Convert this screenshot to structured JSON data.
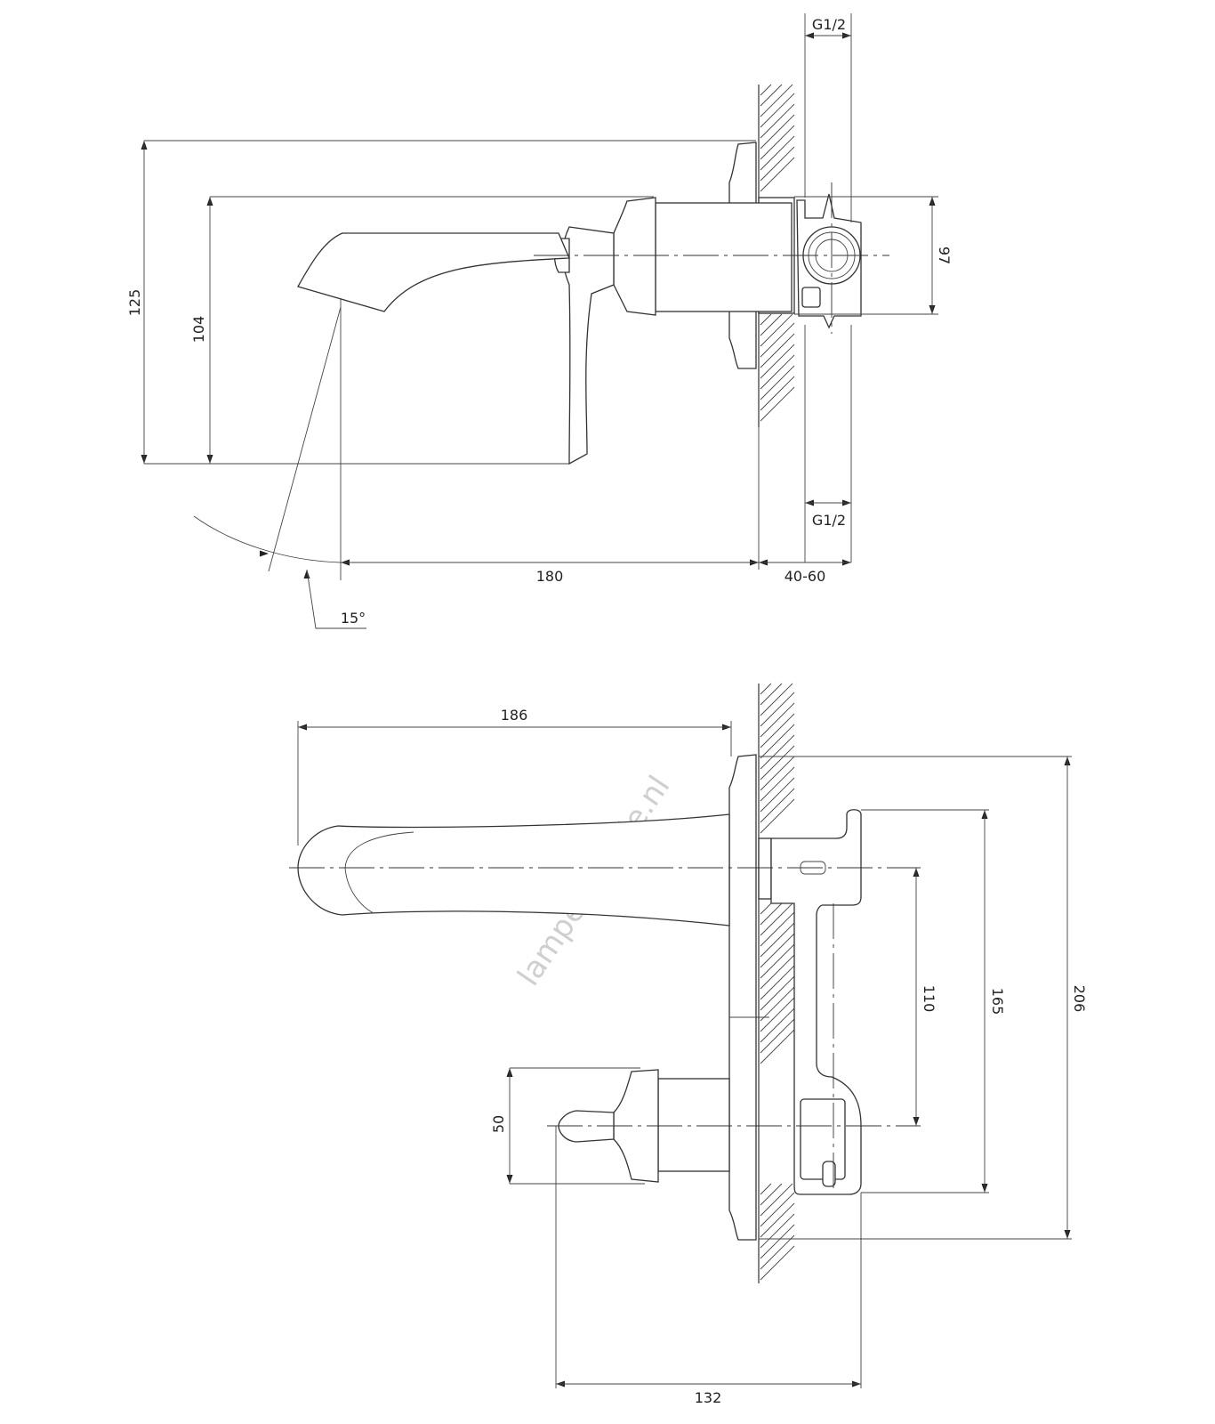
{
  "watermark": "lampenmanie.nl",
  "side_view": {
    "dims": {
      "g_top": "G1/2",
      "g_bottom": "G1/2",
      "height_total": "125",
      "height_spout": "104",
      "body_height": "97",
      "projection": "180",
      "wall_depth": "40-60",
      "angle": "15°"
    }
  },
  "top_view": {
    "dims": {
      "spout_length": "186",
      "plate_height": "206",
      "mixer_height": "165",
      "centers": "110",
      "handle_size": "50",
      "handle_depth": "132"
    }
  }
}
